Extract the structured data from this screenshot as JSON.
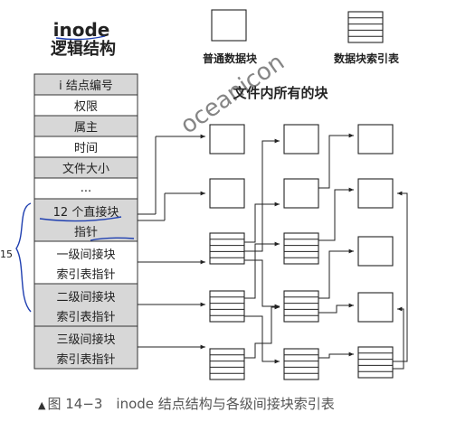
{
  "header": {
    "inode_label": "inode",
    "inode_subtitle": "逻辑结构",
    "legend_plain": "普通数据块",
    "legend_index": "数据块索引表",
    "all_blocks_title": "文件内所有的块"
  },
  "inode_rows": [
    {
      "label": "i 结点编号"
    },
    {
      "label": "权限"
    },
    {
      "label": "属主"
    },
    {
      "label": "时间"
    },
    {
      "label": "文件大小"
    },
    {
      "label": "..."
    },
    {
      "line1": "12 个直接块",
      "line2": "指针"
    },
    {
      "line1": "一级间接块",
      "line2": "索引表指针"
    },
    {
      "line1": "二级间接块",
      "line2": "索引表指针"
    },
    {
      "line1": "三级间接块",
      "line2": "索引表指针"
    }
  ],
  "annotation": {
    "number": "15",
    "brace": "{"
  },
  "caption": {
    "marker": "▲",
    "text": "图 14−3　inode 结点结构与各级间接块索引表"
  },
  "watermark": "oceanicon"
}
